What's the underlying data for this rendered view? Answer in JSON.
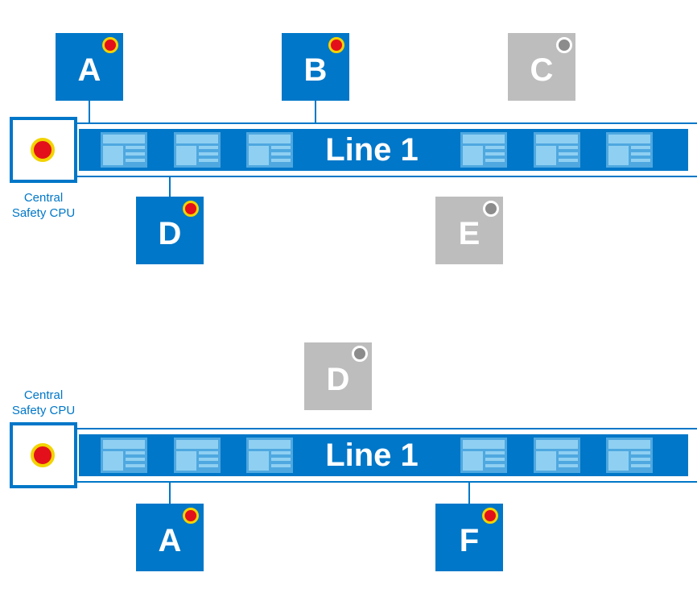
{
  "diagrams": [
    {
      "line_label": "Line 1",
      "cpu_label_lines": [
        "Central",
        "Safety CPU"
      ],
      "cpu_label_position": "below",
      "stations": [
        {
          "label": "A",
          "state": "active",
          "position": "above"
        },
        {
          "label": "B",
          "state": "active",
          "position": "above"
        },
        {
          "label": "C",
          "state": "inactive",
          "position": "above"
        },
        {
          "label": "D",
          "state": "active",
          "position": "below"
        },
        {
          "label": "E",
          "state": "inactive",
          "position": "below"
        }
      ],
      "modules_count": 6
    },
    {
      "line_label": "Line 1",
      "cpu_label_lines": [
        "Central",
        "Safety CPU"
      ],
      "cpu_label_position": "above",
      "stations": [
        {
          "label": "D",
          "state": "inactive",
          "position": "above"
        },
        {
          "label": "A",
          "state": "active",
          "position": "below"
        },
        {
          "label": "F",
          "state": "active",
          "position": "below"
        }
      ],
      "modules_count": 6
    }
  ],
  "colors": {
    "blue": "#0077C8",
    "light_blue": "#8FD0F2",
    "grey": "#BDBDBD",
    "led_red": "#E3101B",
    "led_yellow": "#F2D300"
  }
}
